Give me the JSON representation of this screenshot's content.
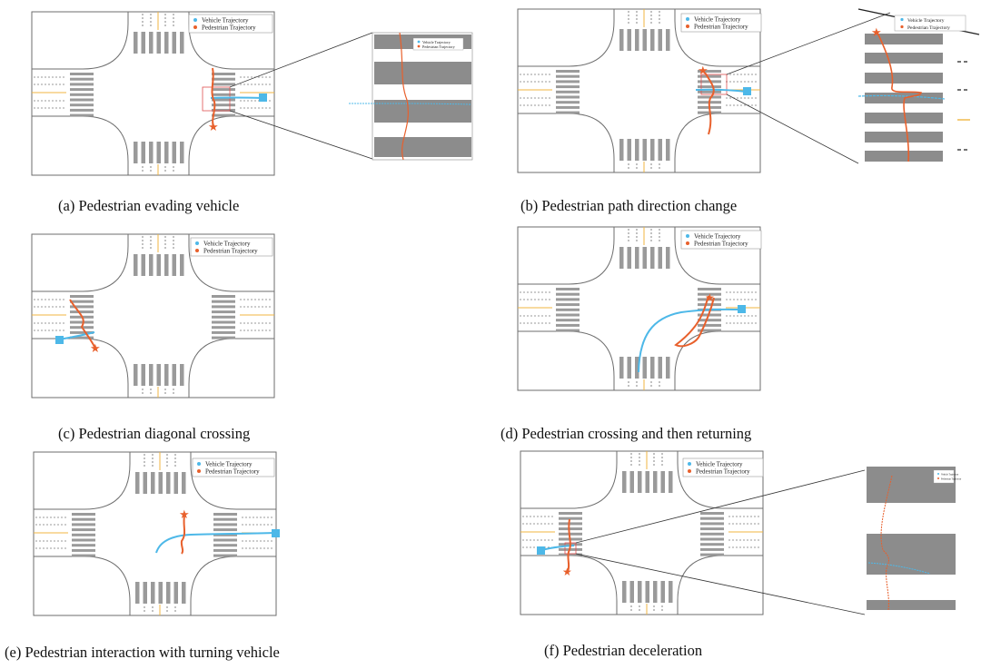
{
  "colors": {
    "vehicle": "#4db8e8",
    "pedestrian": "#e8602c",
    "road_edge": "#6e6e6e",
    "crosswalk": "#9a9a9a",
    "center_line": "#f0b640",
    "lane_dash": "#333333",
    "zoom_box": "#e05050",
    "zoom_stripe": "#8c8c8c"
  },
  "legend": {
    "vehicle": "Vehicle Trajectory",
    "pedestrian": "Pedestrian Trajectory"
  },
  "panels": [
    {
      "id": "a",
      "caption": "(a) Pedestrian evading vehicle"
    },
    {
      "id": "b",
      "caption": "(b) Pedestrian path direction change"
    },
    {
      "id": "c",
      "caption": "(c) Pedestrian diagonal crossing"
    },
    {
      "id": "d",
      "caption": "(d) Pedestrian crossing and then returning"
    },
    {
      "id": "e",
      "caption": "(e) Pedestrian interaction with turning vehicle"
    },
    {
      "id": "f",
      "caption": "(f) Pedestrian deceleration"
    }
  ]
}
